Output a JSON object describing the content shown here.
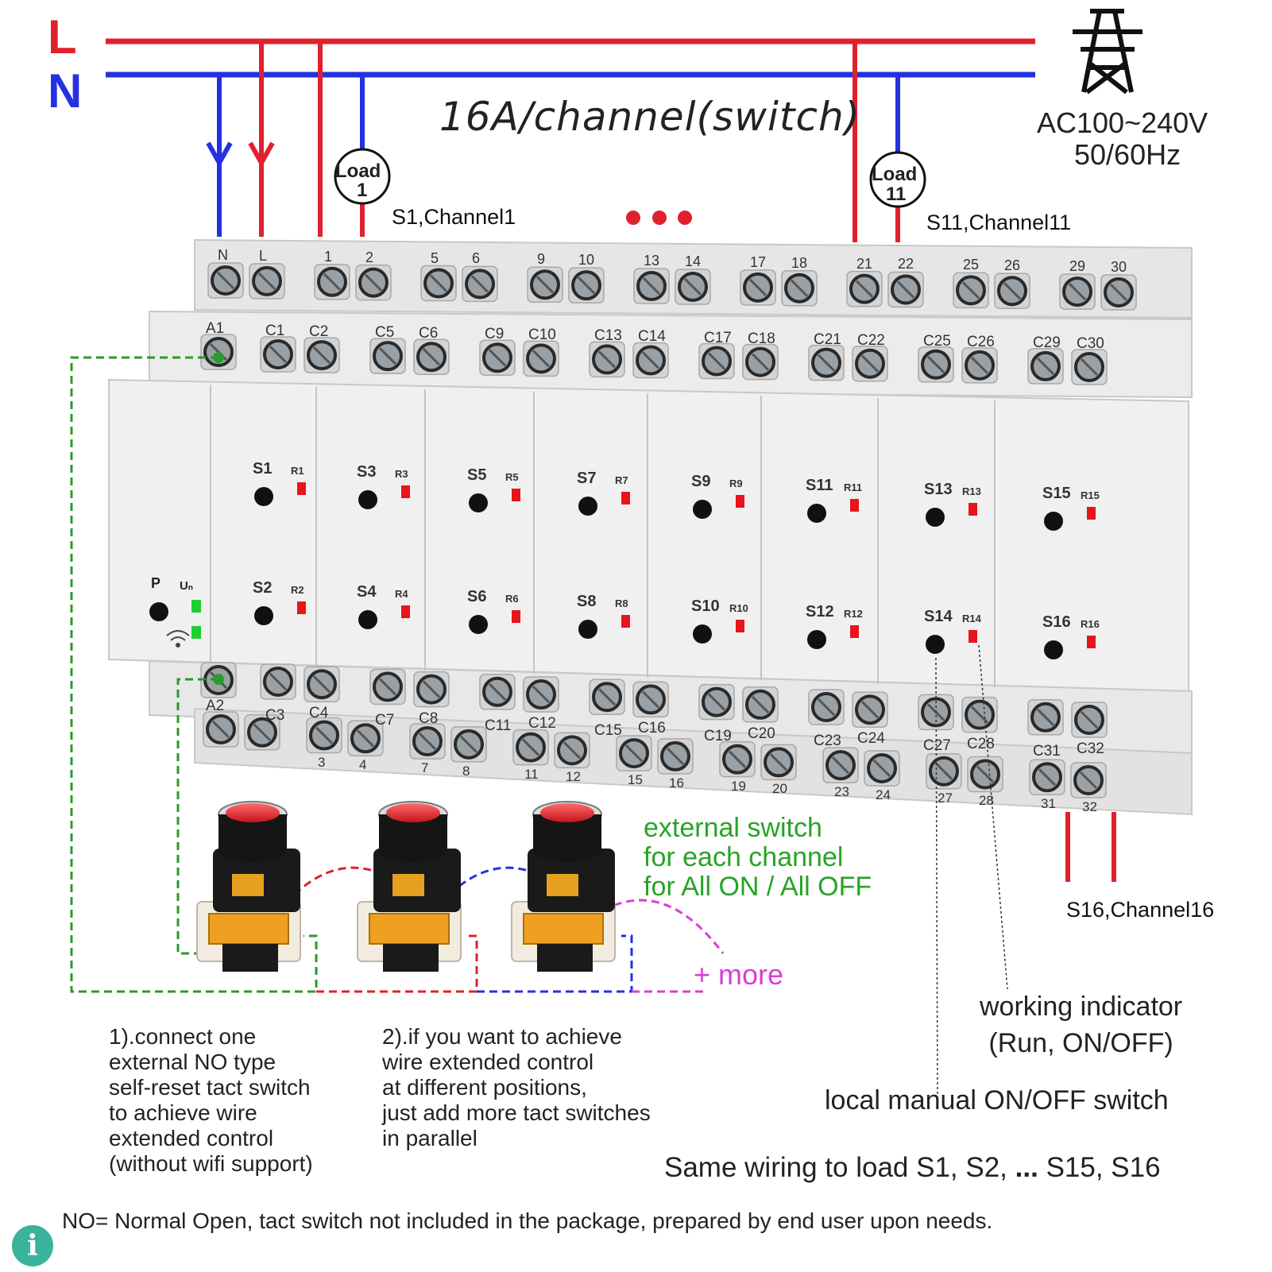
{
  "phase_labels": {
    "line": "L",
    "neutral": "N"
  },
  "supply": {
    "voltage": "AC100~240V",
    "frequency": "50/60Hz",
    "tower_icon": "power-tower-icon"
  },
  "rating": "16A/channel(switch)",
  "loads": [
    {
      "label": "Load",
      "number": "1",
      "channel_text": "S1,Channel1"
    },
    {
      "label": "Load",
      "number": "11",
      "channel_text": "S11,Channel11"
    }
  ],
  "channel16_text": "S16,Channel16",
  "terminals_top": [
    "N",
    "L",
    "1",
    "2",
    "5",
    "6",
    "9",
    "10",
    "13",
    "14",
    "17",
    "18",
    "21",
    "22",
    "25",
    "26",
    "29",
    "30"
  ],
  "terminals_second": [
    "A1",
    "C1",
    "C2",
    "C5",
    "C6",
    "C9",
    "C10",
    "C13",
    "C14",
    "C17",
    "C18",
    "C21",
    "C22",
    "C25",
    "C26",
    "C29",
    "C30"
  ],
  "terminals_third": [
    "A2",
    "C3",
    "C4",
    "C7",
    "C8",
    "C11",
    "C12",
    "C15",
    "C16",
    "C19",
    "C20",
    "C23",
    "C24",
    "C27",
    "C28",
    "C31",
    "C32"
  ],
  "terminals_bottom": [
    "3",
    "4",
    "7",
    "8",
    "11",
    "12",
    "15",
    "16",
    "19",
    "20",
    "23",
    "24",
    "27",
    "28",
    "31",
    "32"
  ],
  "power_module": {
    "button": "P",
    "indicator": "Uₙ",
    "wifi_icon": "wifi-icon"
  },
  "channels_upper": [
    {
      "switch": "S1",
      "relay": "R1"
    },
    {
      "switch": "S3",
      "relay": "R3"
    },
    {
      "switch": "S5",
      "relay": "R5"
    },
    {
      "switch": "S7",
      "relay": "R7"
    },
    {
      "switch": "S9",
      "relay": "R9"
    },
    {
      "switch": "S11",
      "relay": "R11"
    },
    {
      "switch": "S13",
      "relay": "R13"
    },
    {
      "switch": "S15",
      "relay": "R15"
    }
  ],
  "channels_lower": [
    {
      "switch": "S2",
      "relay": "R2"
    },
    {
      "switch": "S4",
      "relay": "R4"
    },
    {
      "switch": "S6",
      "relay": "R6"
    },
    {
      "switch": "S8",
      "relay": "R8"
    },
    {
      "switch": "S10",
      "relay": "R10"
    },
    {
      "switch": "S12",
      "relay": "R12"
    },
    {
      "switch": "S14",
      "relay": "R14"
    },
    {
      "switch": "S16",
      "relay": "R16"
    }
  ],
  "external_switch_lines": [
    "external switch",
    "for each channel",
    "for All ON / All OFF"
  ],
  "more_label": "+ more",
  "indicator_label_lines": [
    "working indicator",
    "(Run, ON/OFF)"
  ],
  "manual_switch_label": "local manual ON/OFF switch",
  "note1_lines": [
    "1).connect one",
    "external NO type",
    "self-reset tact switch",
    "to achieve wire",
    "extended control",
    "(without wifi support)"
  ],
  "note2_lines": [
    "2).if you want to achieve",
    "wire extended control",
    "at different positions,",
    "just add more tact switches",
    "in parallel"
  ],
  "same_wiring": {
    "before": "Same wiring to load S1, S2,",
    "ellipsis": "...",
    "after": "S15, S16"
  },
  "footer_note": "NO= Normal Open, tact switch not included in the package, prepared by end user upon needs.",
  "info_icon": "i",
  "colors": {
    "line": "#e0202e",
    "neutral": "#2431e0",
    "ext_wire": "#2a9a2a",
    "more_wire": "#d53fd5",
    "led": "#e8141c",
    "power_led": "#22cc33"
  }
}
